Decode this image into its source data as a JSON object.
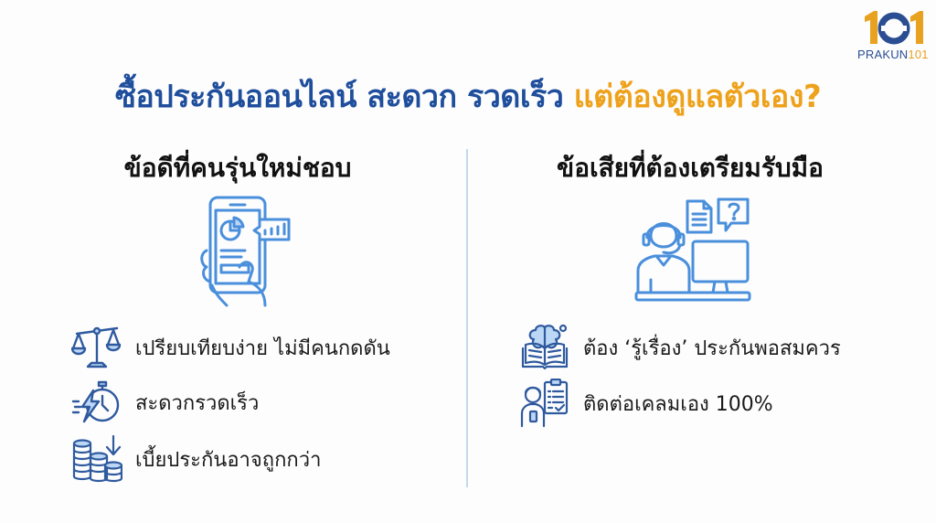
{
  "logo": {
    "numerals": "101",
    "brand_text": "PRAKUN",
    "brand_num": "101",
    "colors": {
      "blue": "#2b4e93",
      "orange": "#e9a21f"
    }
  },
  "title": {
    "part_blue": "ซื้อประกันออนไลน์ สะดวก รวดเร็ว ",
    "part_orange": "แต่ต้องดูแลตัวเอง?",
    "colors": {
      "blue": "#1f4e9c",
      "orange": "#eea21b"
    }
  },
  "pros": {
    "heading": "ข้อดีที่คนรุ่นใหม่ชอบ",
    "hero_icon": "phone-chart-icon",
    "items": [
      {
        "icon": "scale-icon",
        "label": "เปรียบเทียบง่าย ไม่มีคนกดดัน"
      },
      {
        "icon": "stopwatch-lightning-icon",
        "label": "สะดวกรวดเร็ว"
      },
      {
        "icon": "coins-down-icon",
        "label": "เบี้ยประกันอาจถูกกว่า"
      }
    ]
  },
  "cons": {
    "heading": "ข้อเสียที่ต้องเตรียมรับมือ",
    "hero_icon": "support-agent-computer-icon",
    "items": [
      {
        "icon": "brain-book-icon",
        "label": "ต้อง ‘รู้เรื่อง’ ประกันพอสมควร"
      },
      {
        "icon": "person-clipboard-icon",
        "label": "ติดต่อเคลมเอง 100%"
      }
    ]
  },
  "icon_colors": {
    "stroke": "#4a8fdb",
    "dark_stroke": "#2f5a9e",
    "fill": "#bcd6f5"
  }
}
